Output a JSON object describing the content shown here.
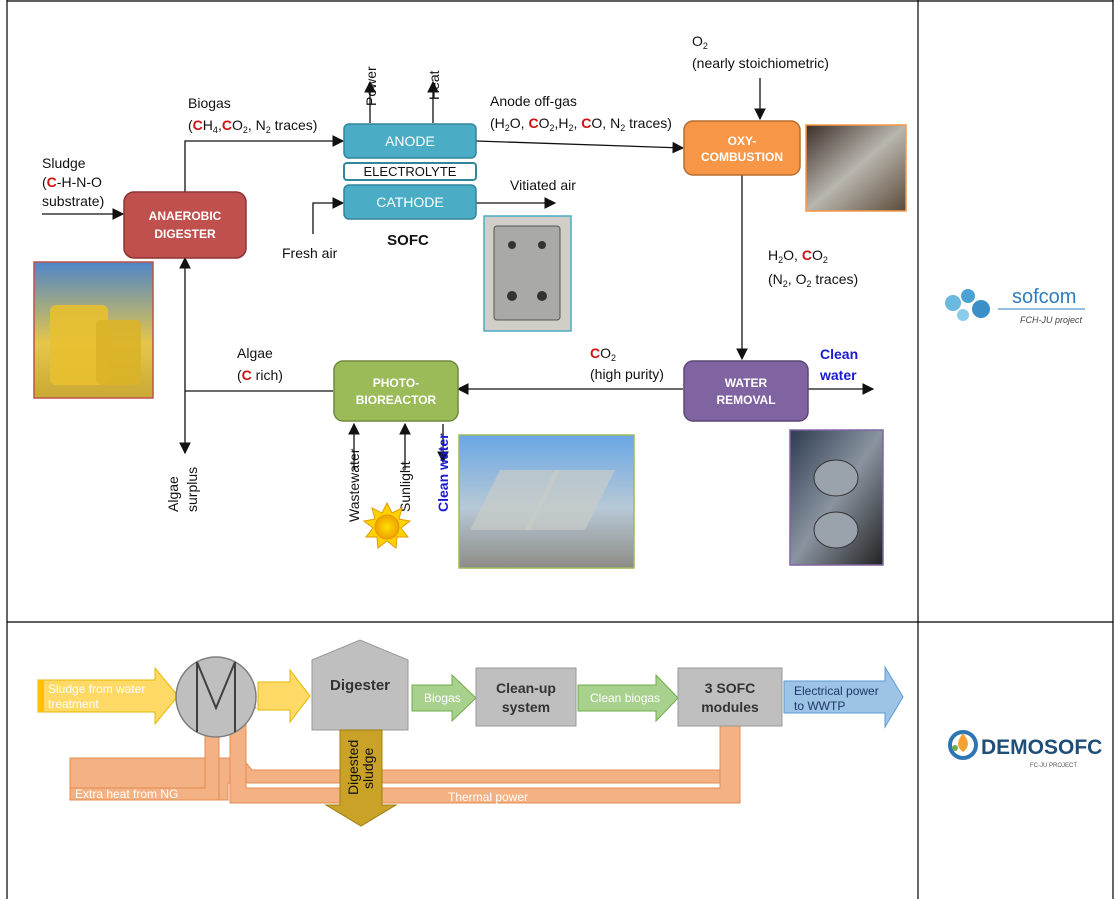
{
  "top": {
    "boxes": {
      "anaerobic": [
        "ANAEROBIC",
        "DIGESTER"
      ],
      "anode": "ANODE",
      "electrolyte": "ELECTROLYTE",
      "cathode": "CATHODE",
      "oxy": [
        "OXY-",
        "COMBUSTION"
      ],
      "water_removal": [
        "WATER",
        "REMOVAL"
      ],
      "photo": [
        "PHOTO-",
        "BIOREACTOR"
      ]
    },
    "sofc_label": "SOFC",
    "power": "Power",
    "heat": "Heat",
    "sludge": [
      "Sludge",
      "(",
      "C",
      "-H-N-O",
      "substrate)"
    ],
    "biogas": [
      "Biogas",
      "(",
      "C",
      "H",
      "4",
      ",",
      "C",
      "O",
      "2",
      ", N",
      "2",
      " traces)"
    ],
    "anode_offgas": [
      "Anode off-gas",
      "(H",
      "2",
      "O, ",
      "C",
      "O",
      "2",
      ",H",
      "2",
      ", ",
      "C",
      "O, N",
      "2",
      " traces)"
    ],
    "o2": [
      "O",
      "2",
      "(nearly stoichiometric)"
    ],
    "vitiated_air": "Vitiated air",
    "fresh_air": "Fresh air",
    "h2o_co2": [
      "H",
      "2",
      "O, ",
      "C",
      "O",
      "2",
      "(N",
      "2",
      ", O",
      "2",
      " traces)"
    ],
    "co2_high": [
      "C",
      "O",
      "2",
      "(high purity)"
    ],
    "clean_water_right": [
      "Clean",
      "water"
    ],
    "algae": [
      "Algae",
      "(",
      "C",
      " rich)"
    ],
    "algae_surplus": [
      "Algae",
      "surplus"
    ],
    "wastewater": "Wastewater",
    "sunlight": "Sunlight",
    "clean_water_bottom": "Clean water",
    "sofcom_logo": [
      "sofcom",
      "FCH-JU project"
    ]
  },
  "bottom": {
    "sludge_from": [
      "Sludge from water",
      "treatment"
    ],
    "digester": "Digester",
    "digested_sludge": [
      "Digested",
      "sludge"
    ],
    "biogas": "Biogas",
    "cleanup": [
      "Clean-up",
      "system"
    ],
    "clean_biogas": "Clean biogas",
    "sofc_modules": [
      "3  SOFC",
      "modules"
    ],
    "electrical": [
      "Electrical power",
      "to WWTP"
    ],
    "extra_heat": "Extra heat from NG",
    "thermal": "Thermal power",
    "demosofc_logo": [
      "DEMOSOFC",
      "FC-JU PROJECT"
    ]
  },
  "colors": {
    "anaerobic": "#c0504d",
    "sofc_cell": "#4bacc6",
    "oxy": "#f79646",
    "water_removal": "#8064a2",
    "photo": "#9bbb59",
    "orange_arrow": "#f4b183",
    "yellow_arrow": "#ffd966",
    "green_arrow": "#a9d18e",
    "blue_arrow": "#9dc3e6",
    "gray_box": "#bfbfbf",
    "digested": "#bf9000"
  }
}
